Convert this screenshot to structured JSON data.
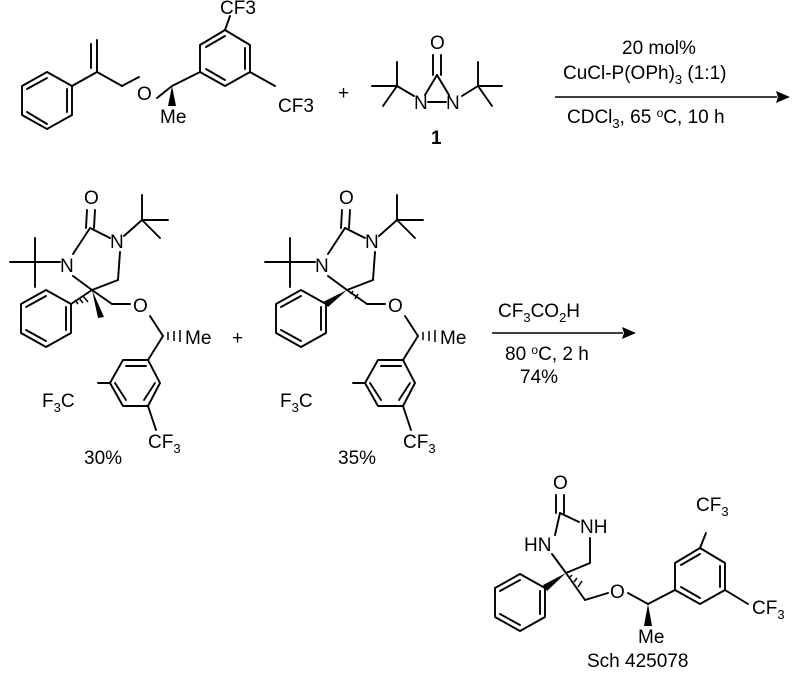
{
  "reaction1": {
    "plus": "+",
    "reagent_label": "1",
    "reagent_carbonyl_O": "O",
    "reagent_N_left": "N",
    "reagent_N_right": "N",
    "substrate_O": "O",
    "substrate_Me": "Me",
    "cf3": "CF3",
    "catalyst_loading": "20 mol%",
    "catalyst": "CuCl-P(OPh)3 (1:1)",
    "conditions": "CDCl3, 65 ºC, 10 h"
  },
  "reaction2": {
    "plus": "+",
    "product_a_yield": "30%",
    "product_b_yield": "35%",
    "reagent": "CF3CO2H",
    "conditions": "80 ºC, 2 h",
    "yield": "74%",
    "carbonyl_O": "O",
    "N": "N",
    "ether_O": "O",
    "Me": "Me",
    "F3C": "F3C",
    "CF3": "CF3"
  },
  "final_product": {
    "name": "Sch 425078",
    "carbonyl_O": "O",
    "NH_left": "HN",
    "NH_right": "NH",
    "ether_O": "O",
    "Me": "Me",
    "CF3": "CF3"
  }
}
